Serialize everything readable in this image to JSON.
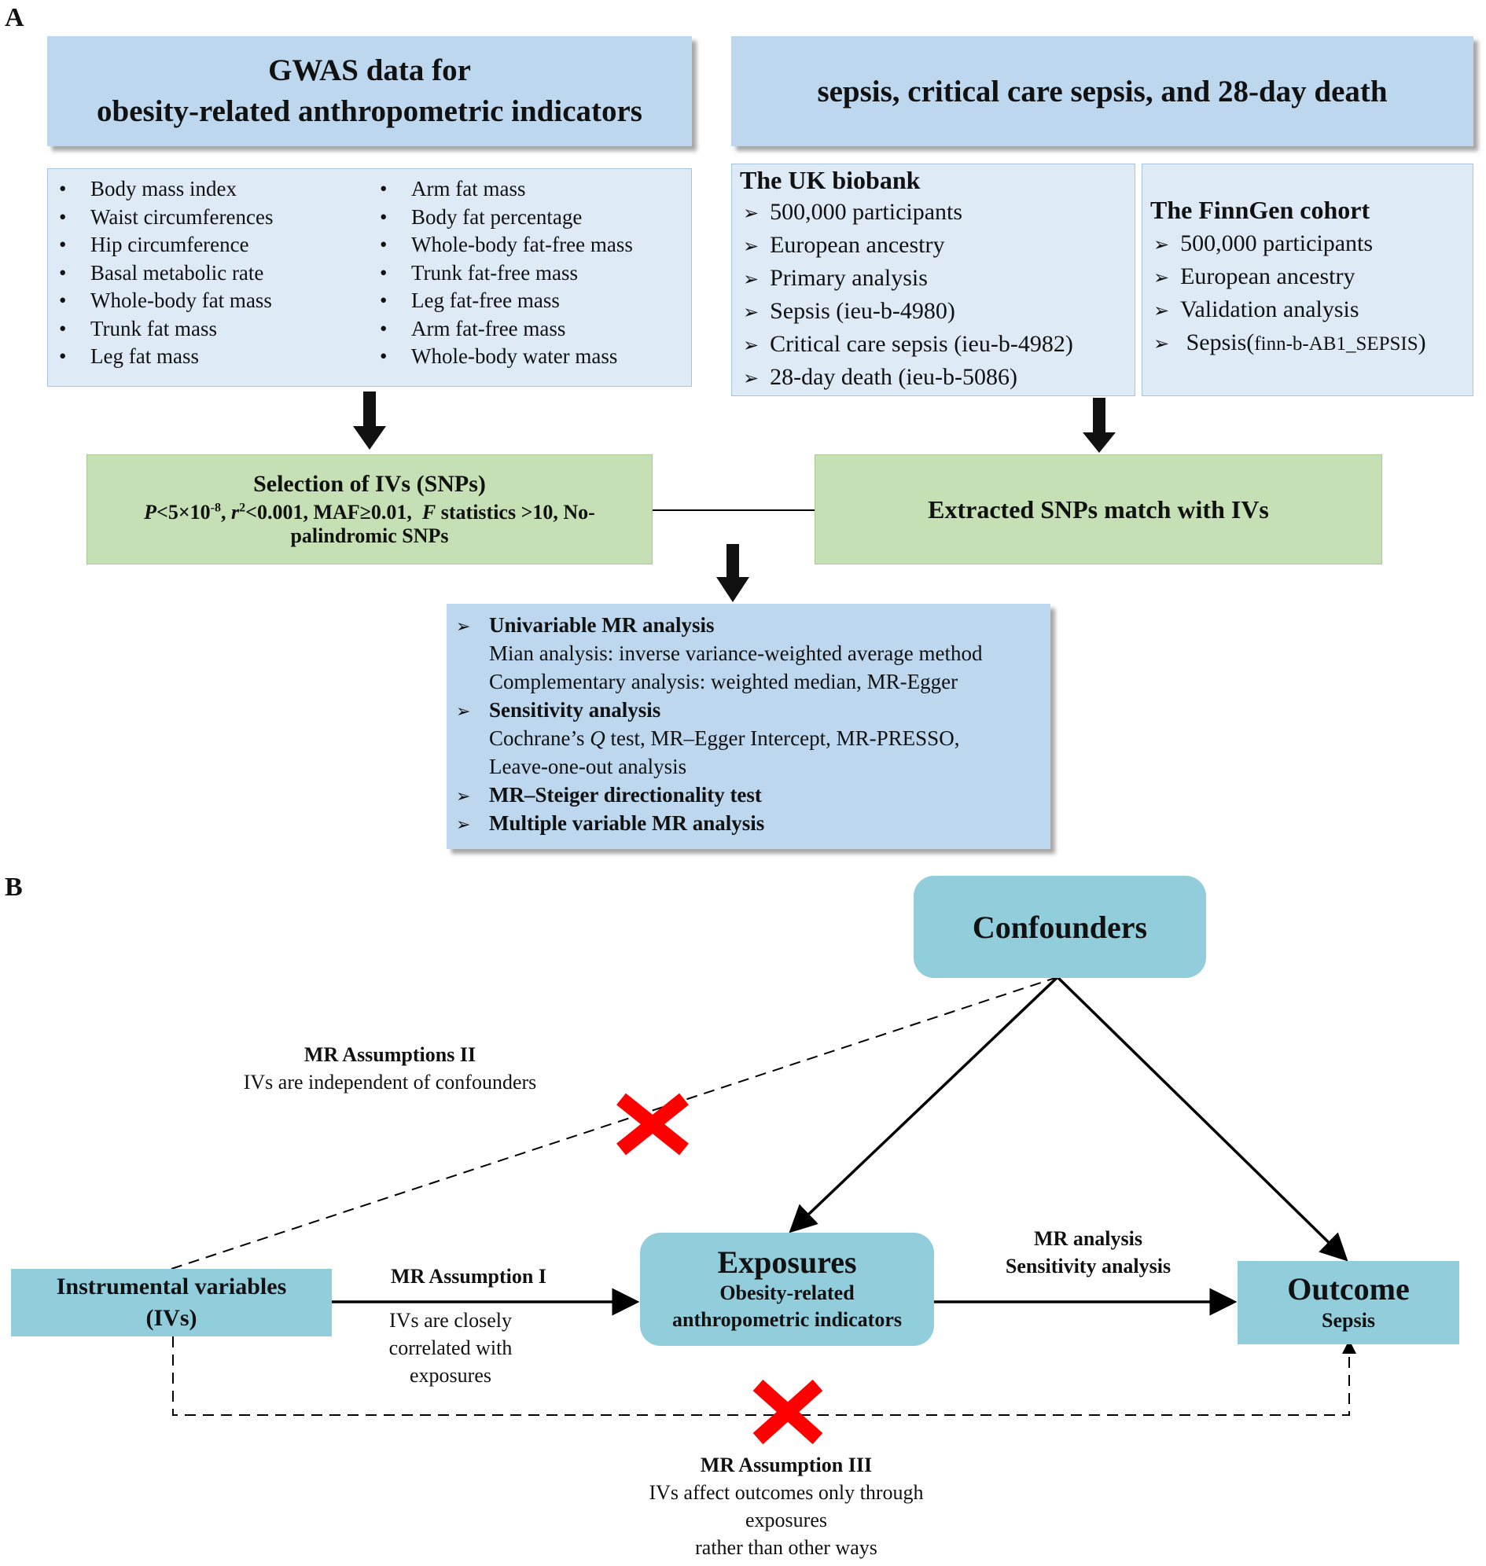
{
  "panel_a": {
    "label": "A",
    "gwas_header": [
      "GWAS data for",
      "obesity-related anthropometric indicators"
    ],
    "outcome_header": "sepsis, critical care sepsis, and 28-day death",
    "indicators_left": [
      "Body mass index",
      "Waist circumferences",
      "Hip circumference",
      "Basal metabolic rate",
      "Whole-body fat mass",
      "Trunk fat mass",
      "Leg fat mass"
    ],
    "indicators_right": [
      "Arm fat mass",
      "Body fat percentage",
      "Whole-body fat-free mass",
      "Trunk fat-free mass",
      "Leg fat-free mass",
      "Arm fat-free mass",
      "Whole-body water mass"
    ],
    "ukb": {
      "title": "The UK biobank",
      "items": [
        "500,000 participants",
        "European ancestry",
        "Primary analysis",
        "Sepsis (ieu-b-4980)",
        "Critical care sepsis (ieu-b-4982)",
        "28-day death (ieu-b-5086)"
      ]
    },
    "finngen": {
      "title": "The FinnGen cohort",
      "items": [
        "500,000 participants",
        "European ancestry",
        "Validation analysis"
      ],
      "sepsis_prefix": "Sepsis(",
      "sepsis_code": "finn-b-AB1_SEPSIS",
      "sepsis_suffix": ")"
    },
    "selection": {
      "title": "Selection of IVs (SNPs)",
      "line2": "P<5×10-8, r2<0.001, MAF≥0.01,  F statistics >10, No-",
      "line3": "palindromic SNPs"
    },
    "extracted": "Extracted SNPs match with IVs",
    "analysis": [
      {
        "bold": "Univariable MR analysis",
        "lines": [
          "Mian analysis: inverse variance-weighted average method",
          "Complementary analysis: weighted median, MR-Egger"
        ]
      },
      {
        "bold": "Sensitivity analysis",
        "lines": [
          "Cochrane’s Q test, MR–Egger Intercept, MR-PRESSO,",
          "Leave-one-out analysis"
        ]
      },
      {
        "bold": "MR–Steiger directionality test",
        "lines": []
      },
      {
        "bold": "Multiple variable MR analysis",
        "lines": []
      }
    ],
    "bullet_glyph": "•",
    "arrow_glyph": "➢"
  },
  "panel_b": {
    "label": "B",
    "confounders": "Confounders",
    "ivs": [
      "Instrumental variables",
      "(IVs)"
    ],
    "exposures_title": "Exposures",
    "exposures_sub": [
      "Obesity-related",
      "anthropometric indicators"
    ],
    "outcome_title": "Outcome",
    "outcome_sub": "Sepsis",
    "assumption1_title": "MR Assumption I",
    "assumption1_text": [
      "IVs are closely",
      "correlated with",
      "exposures"
    ],
    "assumption2_title": "MR Assumptions II",
    "assumption2_text": "IVs are independent of confounders",
    "assumption3_title": "MR Assumption III",
    "assumption3_text": [
      "IVs affect outcomes only through",
      "exposures",
      "rather than other ways"
    ],
    "mr_analysis": [
      "MR analysis",
      "Sensitivity analysis"
    ]
  },
  "colors": {
    "header_blue": "#bdd7ee",
    "light_blue": "#deebf7",
    "green": "#c5e0b4",
    "teal": "#92cddc",
    "cross_red": "#ff0000"
  }
}
